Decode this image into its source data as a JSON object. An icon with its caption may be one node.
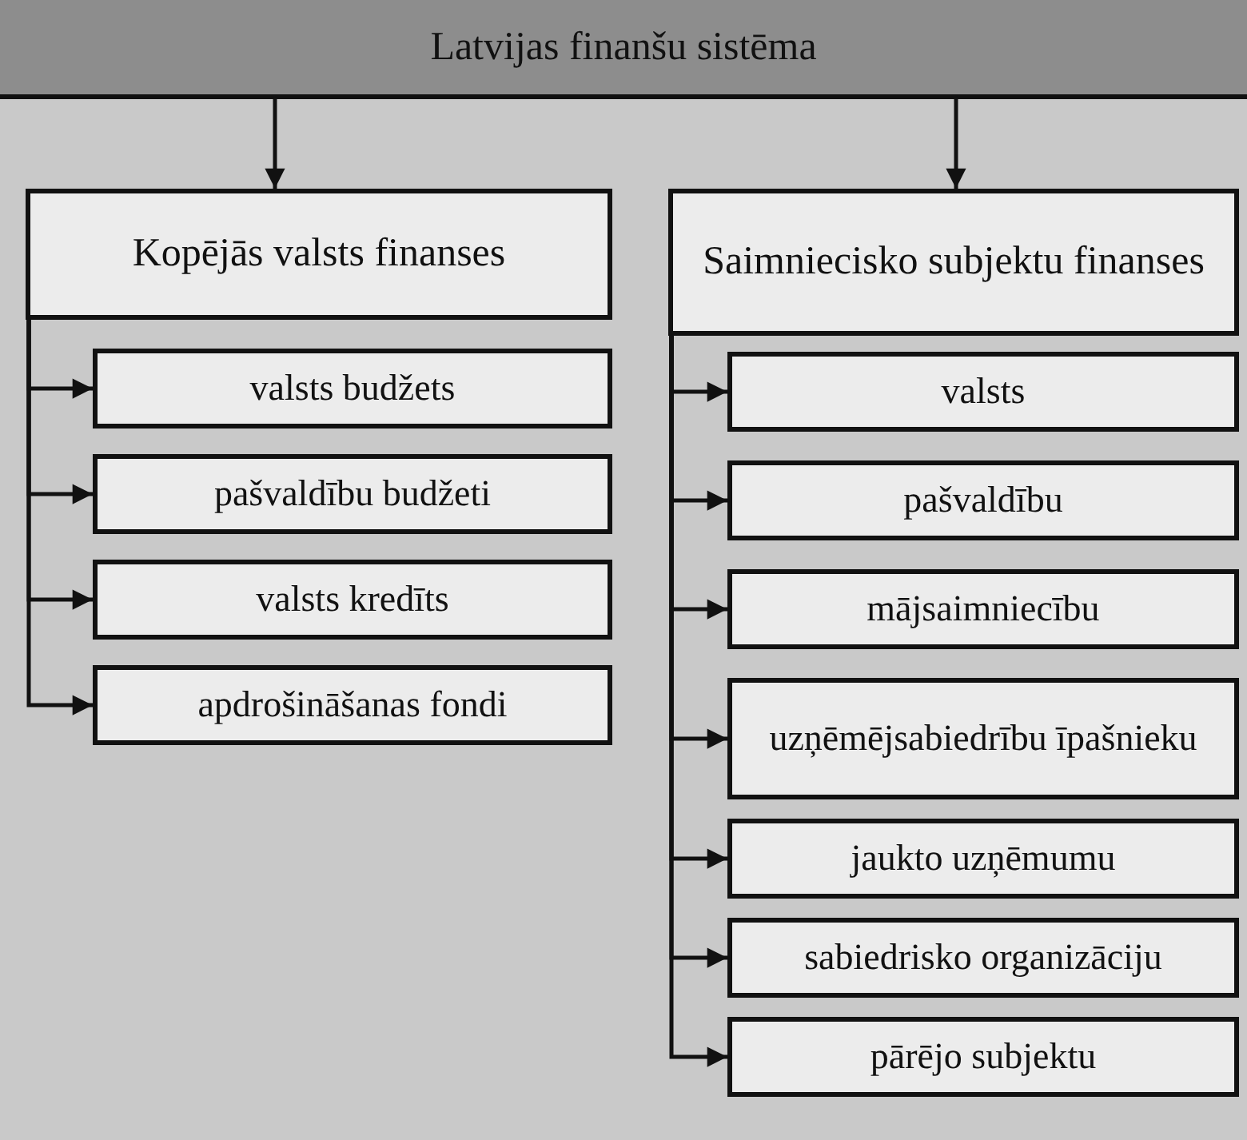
{
  "diagram": {
    "nodes": [
      {
        "text": [
          "Latvijas finanšu sistēma"
        ]
      },
      {
        "text": [
          "Kopējās valsts finanses"
        ]
      },
      {
        "text": [
          "valsts budžets"
        ]
      },
      {
        "text": [
          "pašvaldību budžeti"
        ]
      },
      {
        "text": [
          "valsts kredīts"
        ]
      },
      {
        "text": [
          "apdrošināšanas fondi"
        ]
      },
      {
        "text": [
          "Saimniecisko subjektu finanses"
        ]
      },
      {
        "text": [
          "valsts"
        ]
      },
      {
        "text": [
          "pašvaldību"
        ]
      },
      {
        "text": [
          "mājsaimniecību"
        ]
      },
      {
        "text": [
          "uzņēmējsabiedrību īpašnieku"
        ]
      },
      {
        "text": [
          "jaukto uzņēmumu"
        ]
      },
      {
        "text": [
          "sabiedrisko organizāciju"
        ]
      },
      {
        "text": [
          "pārējo subjektu"
        ]
      }
    ],
    "edges": [
      {
        "from": 0,
        "to": 1,
        "arrow": "to"
      },
      {
        "from": 0,
        "to": 6,
        "arrow": "to"
      },
      {
        "from": 1,
        "to": 2,
        "arrow": "to"
      },
      {
        "from": 1,
        "to": 3,
        "arrow": "to"
      },
      {
        "from": 1,
        "to": 4,
        "arrow": "to"
      },
      {
        "from": 1,
        "to": 5,
        "arrow": "to"
      },
      {
        "from": 6,
        "to": 7,
        "arrow": "to"
      },
      {
        "from": 6,
        "to": 8,
        "arrow": "to"
      },
      {
        "from": 6,
        "to": 9,
        "arrow": "to"
      },
      {
        "from": 6,
        "to": 10,
        "arrow": "to"
      },
      {
        "from": 6,
        "to": 11,
        "arrow": "to"
      },
      {
        "from": 6,
        "to": 12,
        "arrow": "to"
      },
      {
        "from": 6,
        "to": 13,
        "arrow": "to"
      }
    ]
  }
}
